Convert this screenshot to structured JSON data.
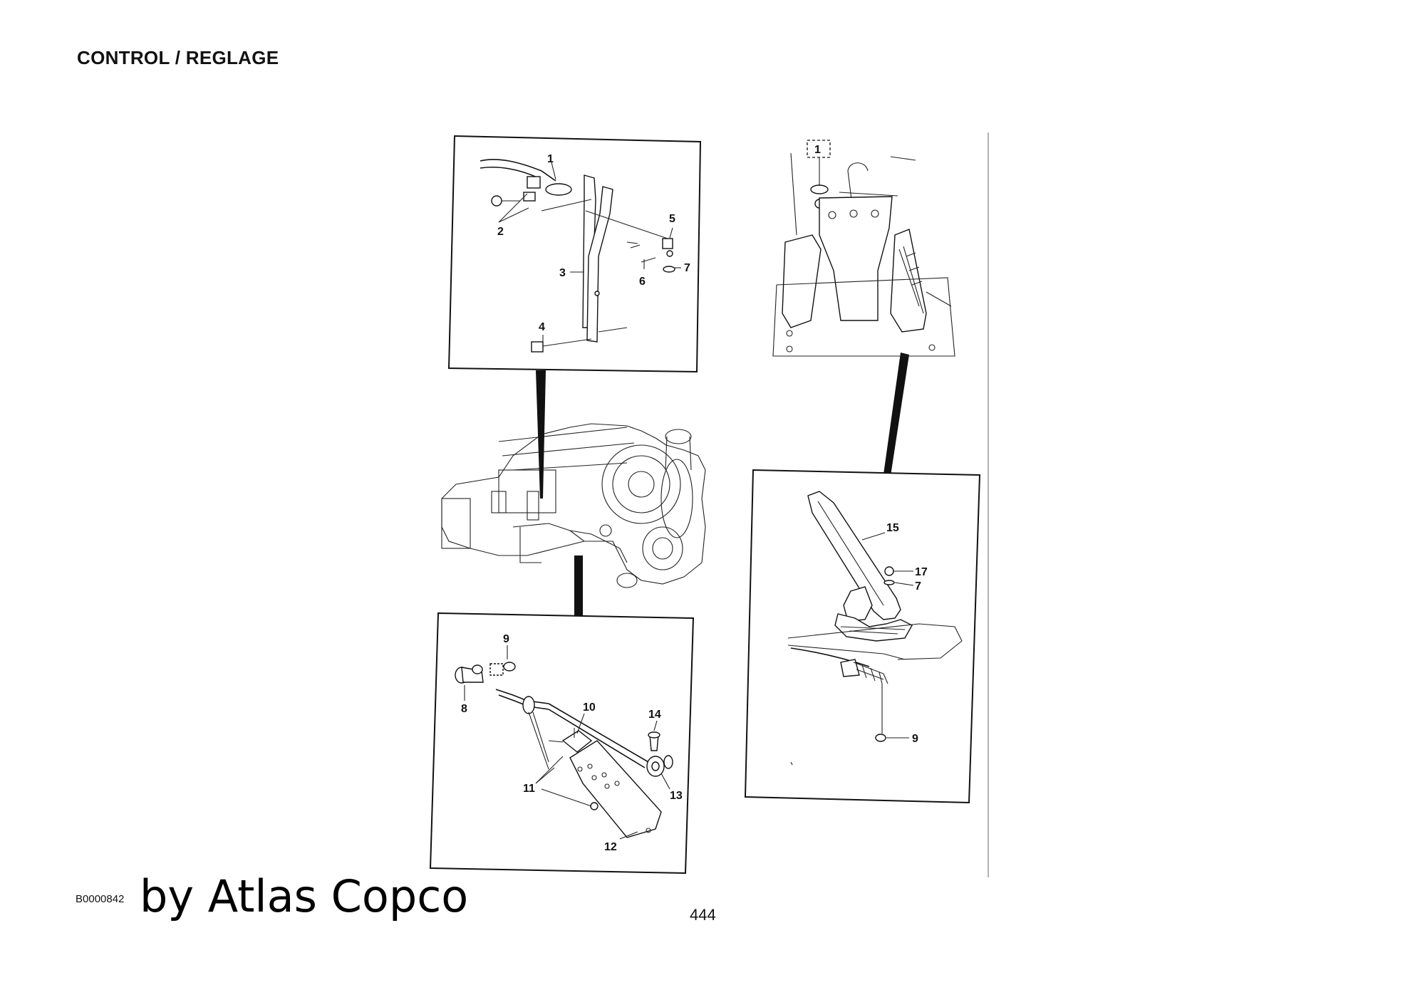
{
  "page": {
    "title": "CONTROL / REGLAGE",
    "doc_id": "B0000842",
    "brand": "by Atlas Copco",
    "page_number": "444"
  },
  "panels": {
    "top_left": {
      "callouts": [
        "1",
        "2",
        "3",
        "4",
        "5",
        "6",
        "7"
      ]
    },
    "top_right": {
      "callouts": [
        "1"
      ]
    },
    "bottom_left": {
      "callouts": [
        "9",
        "8",
        "10",
        "14",
        "11",
        "13",
        "12"
      ]
    },
    "bottom_right": {
      "callouts": [
        "15",
        "17",
        "7",
        "9"
      ]
    }
  }
}
